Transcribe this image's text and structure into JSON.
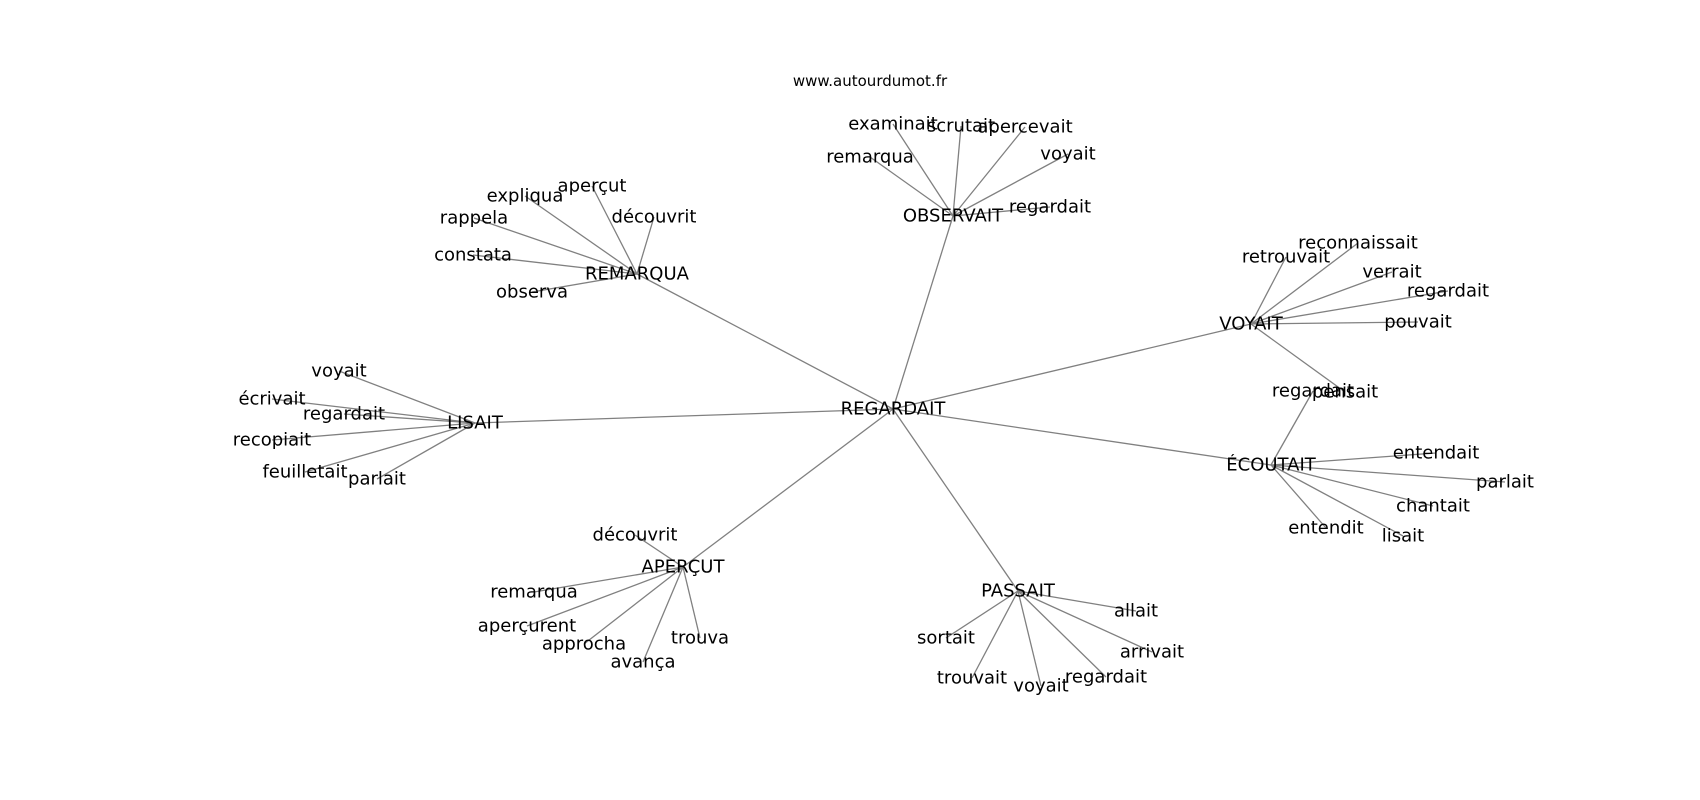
{
  "source": "www.autourdumot.fr",
  "graph": {
    "center": "REGARDAIT",
    "groups": [
      {
        "hub": "OBSERVAIT",
        "leaves": [
          "examinait",
          "scrutait",
          "apercevait",
          "remarqua",
          "voyait",
          "regardait"
        ]
      },
      {
        "hub": "REMARQUA",
        "leaves": [
          "aperçut",
          "expliqua",
          "découvrit",
          "rappela",
          "constata",
          "observa"
        ]
      },
      {
        "hub": "VOYAIT",
        "leaves": [
          "reconnaissait",
          "retrouvait",
          "verrait",
          "regardait",
          "pouvait",
          "pensait"
        ]
      },
      {
        "hub": "LISAIT",
        "leaves": [
          "voyait",
          "écrivait",
          "regardait",
          "recopiait",
          "feuilletait",
          "parlait"
        ]
      },
      {
        "hub": "ÉCOUTAIT",
        "leaves": [
          "regardait",
          "entendait",
          "parlait",
          "chantait",
          "entendit",
          "lisait"
        ]
      },
      {
        "hub": "APERÇUT",
        "leaves": [
          "découvrit",
          "remarqua",
          "aperçurent",
          "approcha",
          "avança",
          "trouva"
        ]
      },
      {
        "hub": "PASSAIT",
        "leaves": [
          "allait",
          "sortait",
          "arrivait",
          "trouvait",
          "voyait",
          "regardait"
        ]
      }
    ]
  }
}
